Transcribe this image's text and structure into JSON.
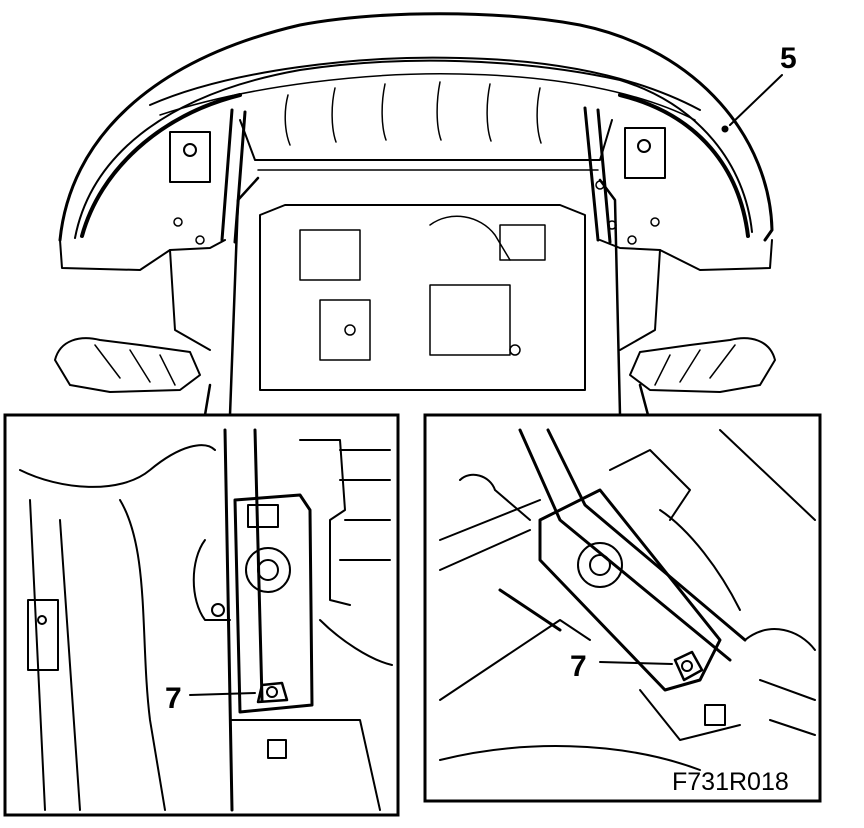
{
  "figure": {
    "code": "F731R018",
    "callouts": {
      "bumper": "5",
      "left_fastener": "7",
      "right_fastener": "7"
    },
    "ink_color": "#000000",
    "paper_color": "#ffffff"
  }
}
